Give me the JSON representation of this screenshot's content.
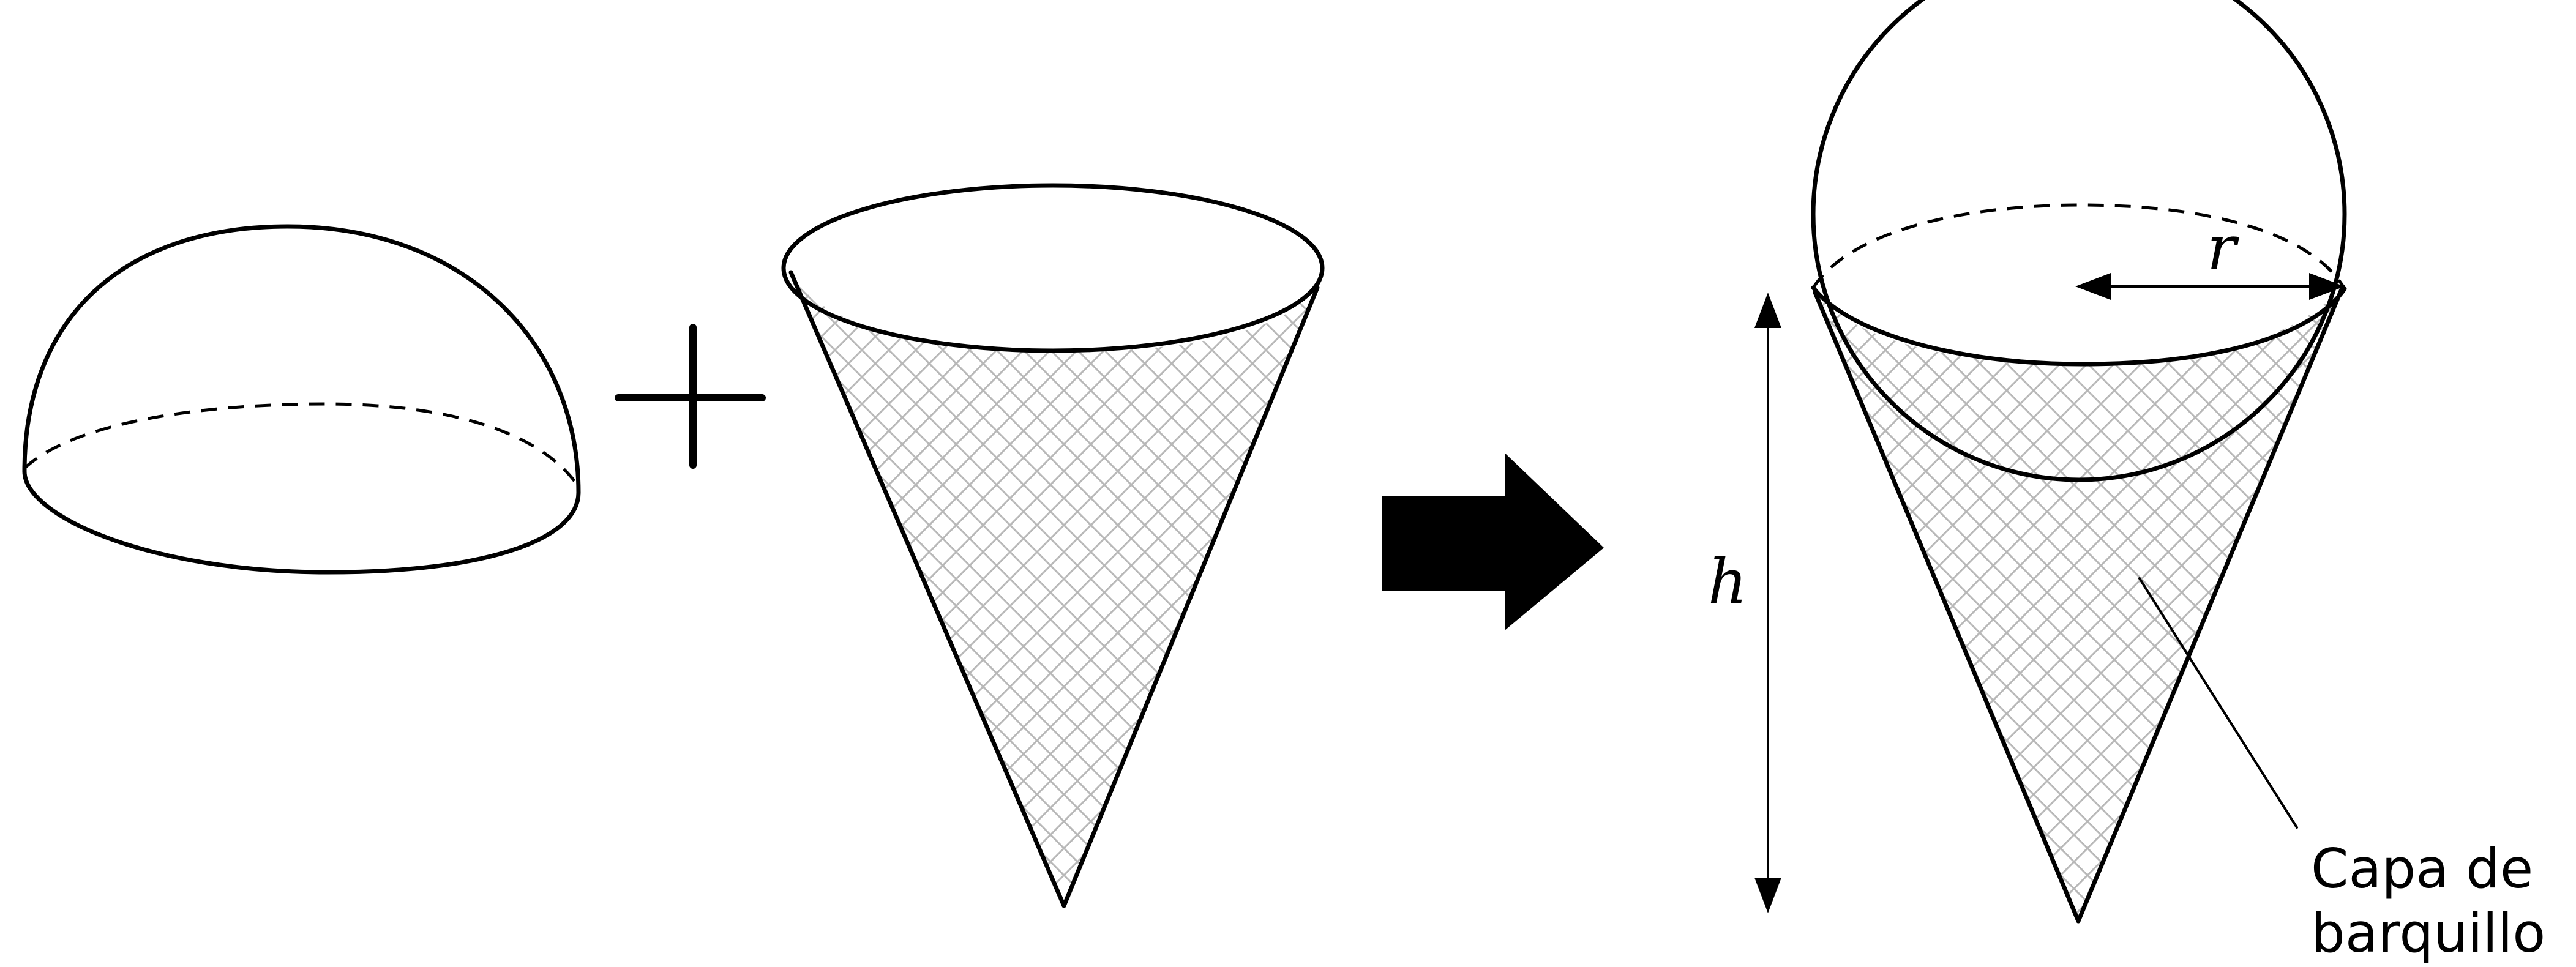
{
  "labels": {
    "radius": "r",
    "height": "h",
    "caption_line1": "Capa de",
    "caption_line2": "barquillo"
  },
  "colors": {
    "stroke": "#000000",
    "hatch": "#b8b8b8",
    "background": "#ffffff"
  },
  "icons": {
    "plus": "plus-icon",
    "arrow": "right-arrow-icon"
  }
}
